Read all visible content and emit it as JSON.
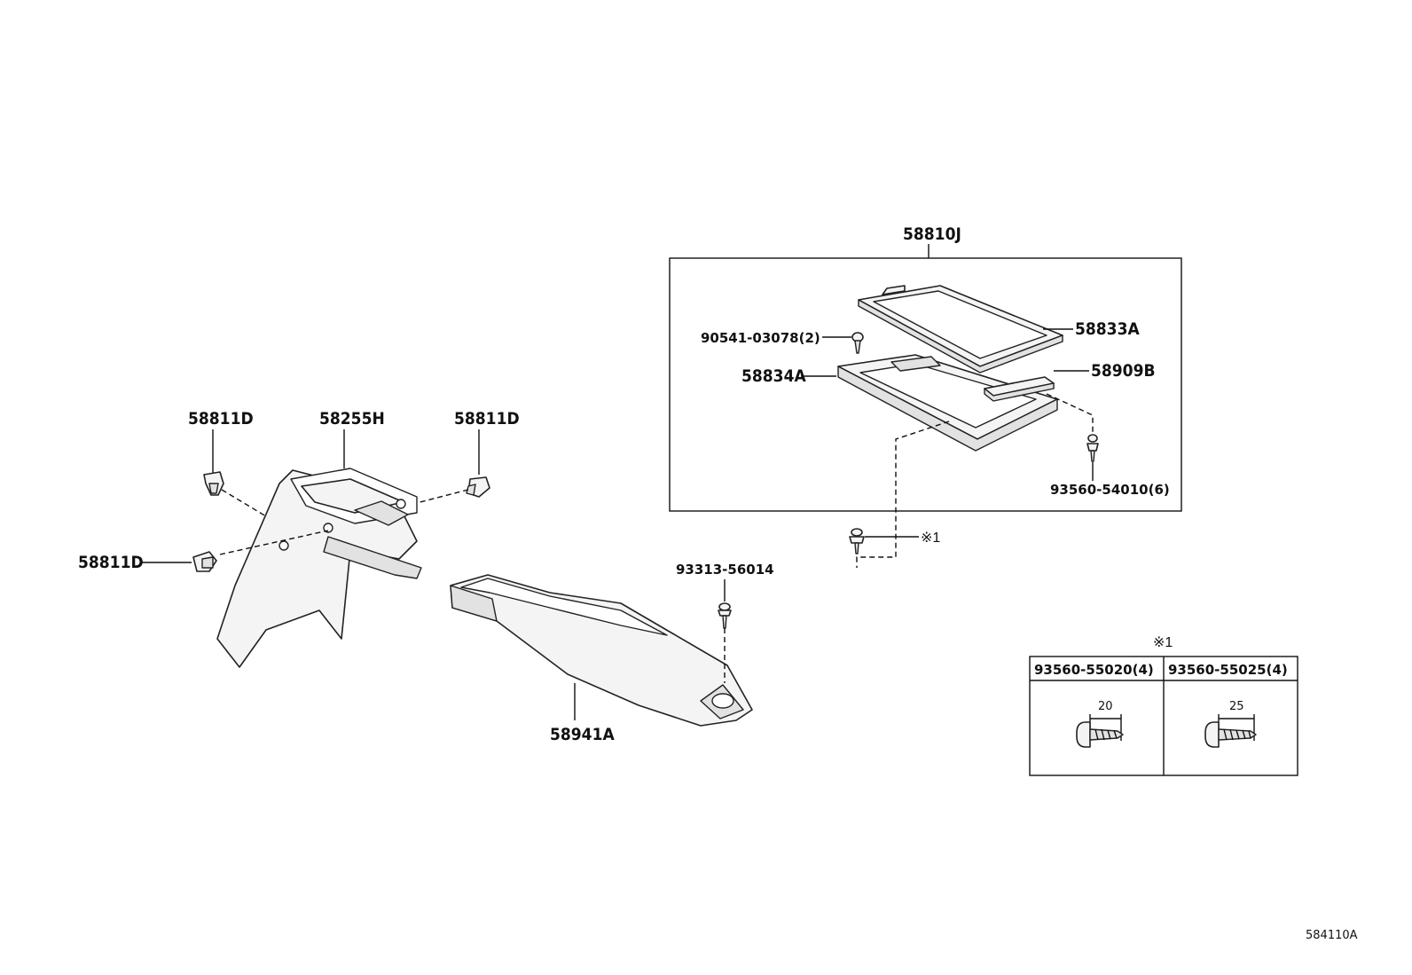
{
  "labels": {
    "p58810J": "58810J",
    "p58833A": "58833A",
    "p90541": "90541-03078(2)",
    "p58834A": "58834A",
    "p58909B": "58909B",
    "p93560_54010": "93560-54010(6)",
    "ref_x1": "※1",
    "p58811D_a": "58811D",
    "p58255H": "58255H",
    "p58811D_b": "58811D",
    "p58811D_c": "58811D",
    "p93313": "93313-56014",
    "p58941A": "58941A",
    "diagram_id": "584110A"
  },
  "legend_table": {
    "title": "※1",
    "columns": [
      {
        "part": "93560-55020(4)",
        "dimension": "20"
      },
      {
        "part": "93560-55025(4)",
        "dimension": "25"
      }
    ]
  }
}
